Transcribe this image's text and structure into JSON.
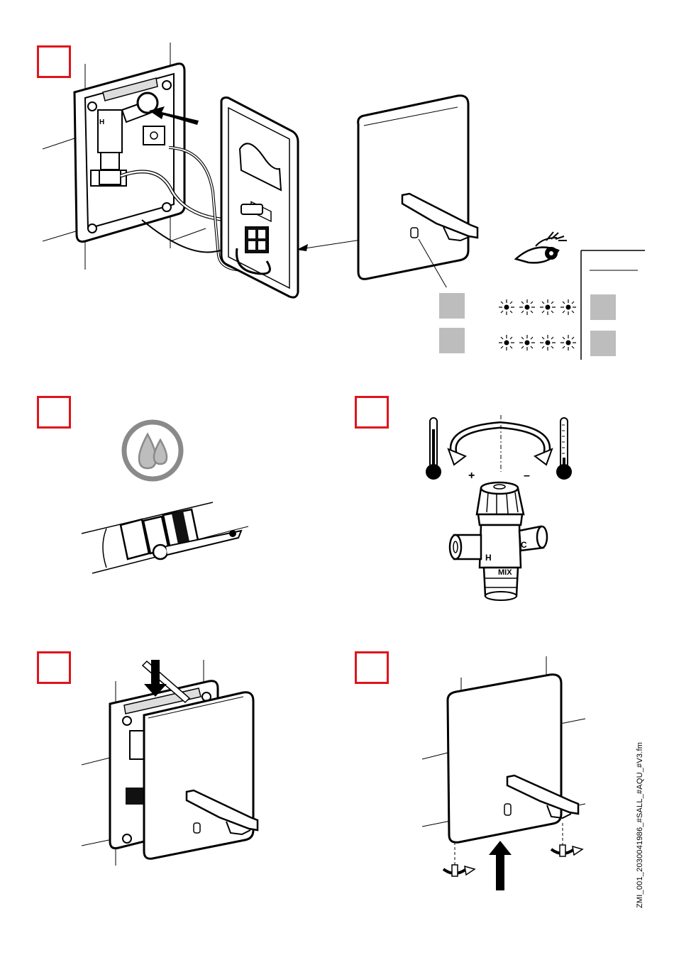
{
  "document": {
    "side_code": "ZMI_001_2030041986_#SALL_#AQU_#V3.fm"
  },
  "valve_labels": {
    "hot": "H",
    "cold": "C",
    "mix": "MIX"
  },
  "thermostat": {
    "plus": "+",
    "minus": "–"
  },
  "colors": {
    "step_box": "#e0141c",
    "gray_square": "#bdbdbd",
    "line": "#000000"
  }
}
